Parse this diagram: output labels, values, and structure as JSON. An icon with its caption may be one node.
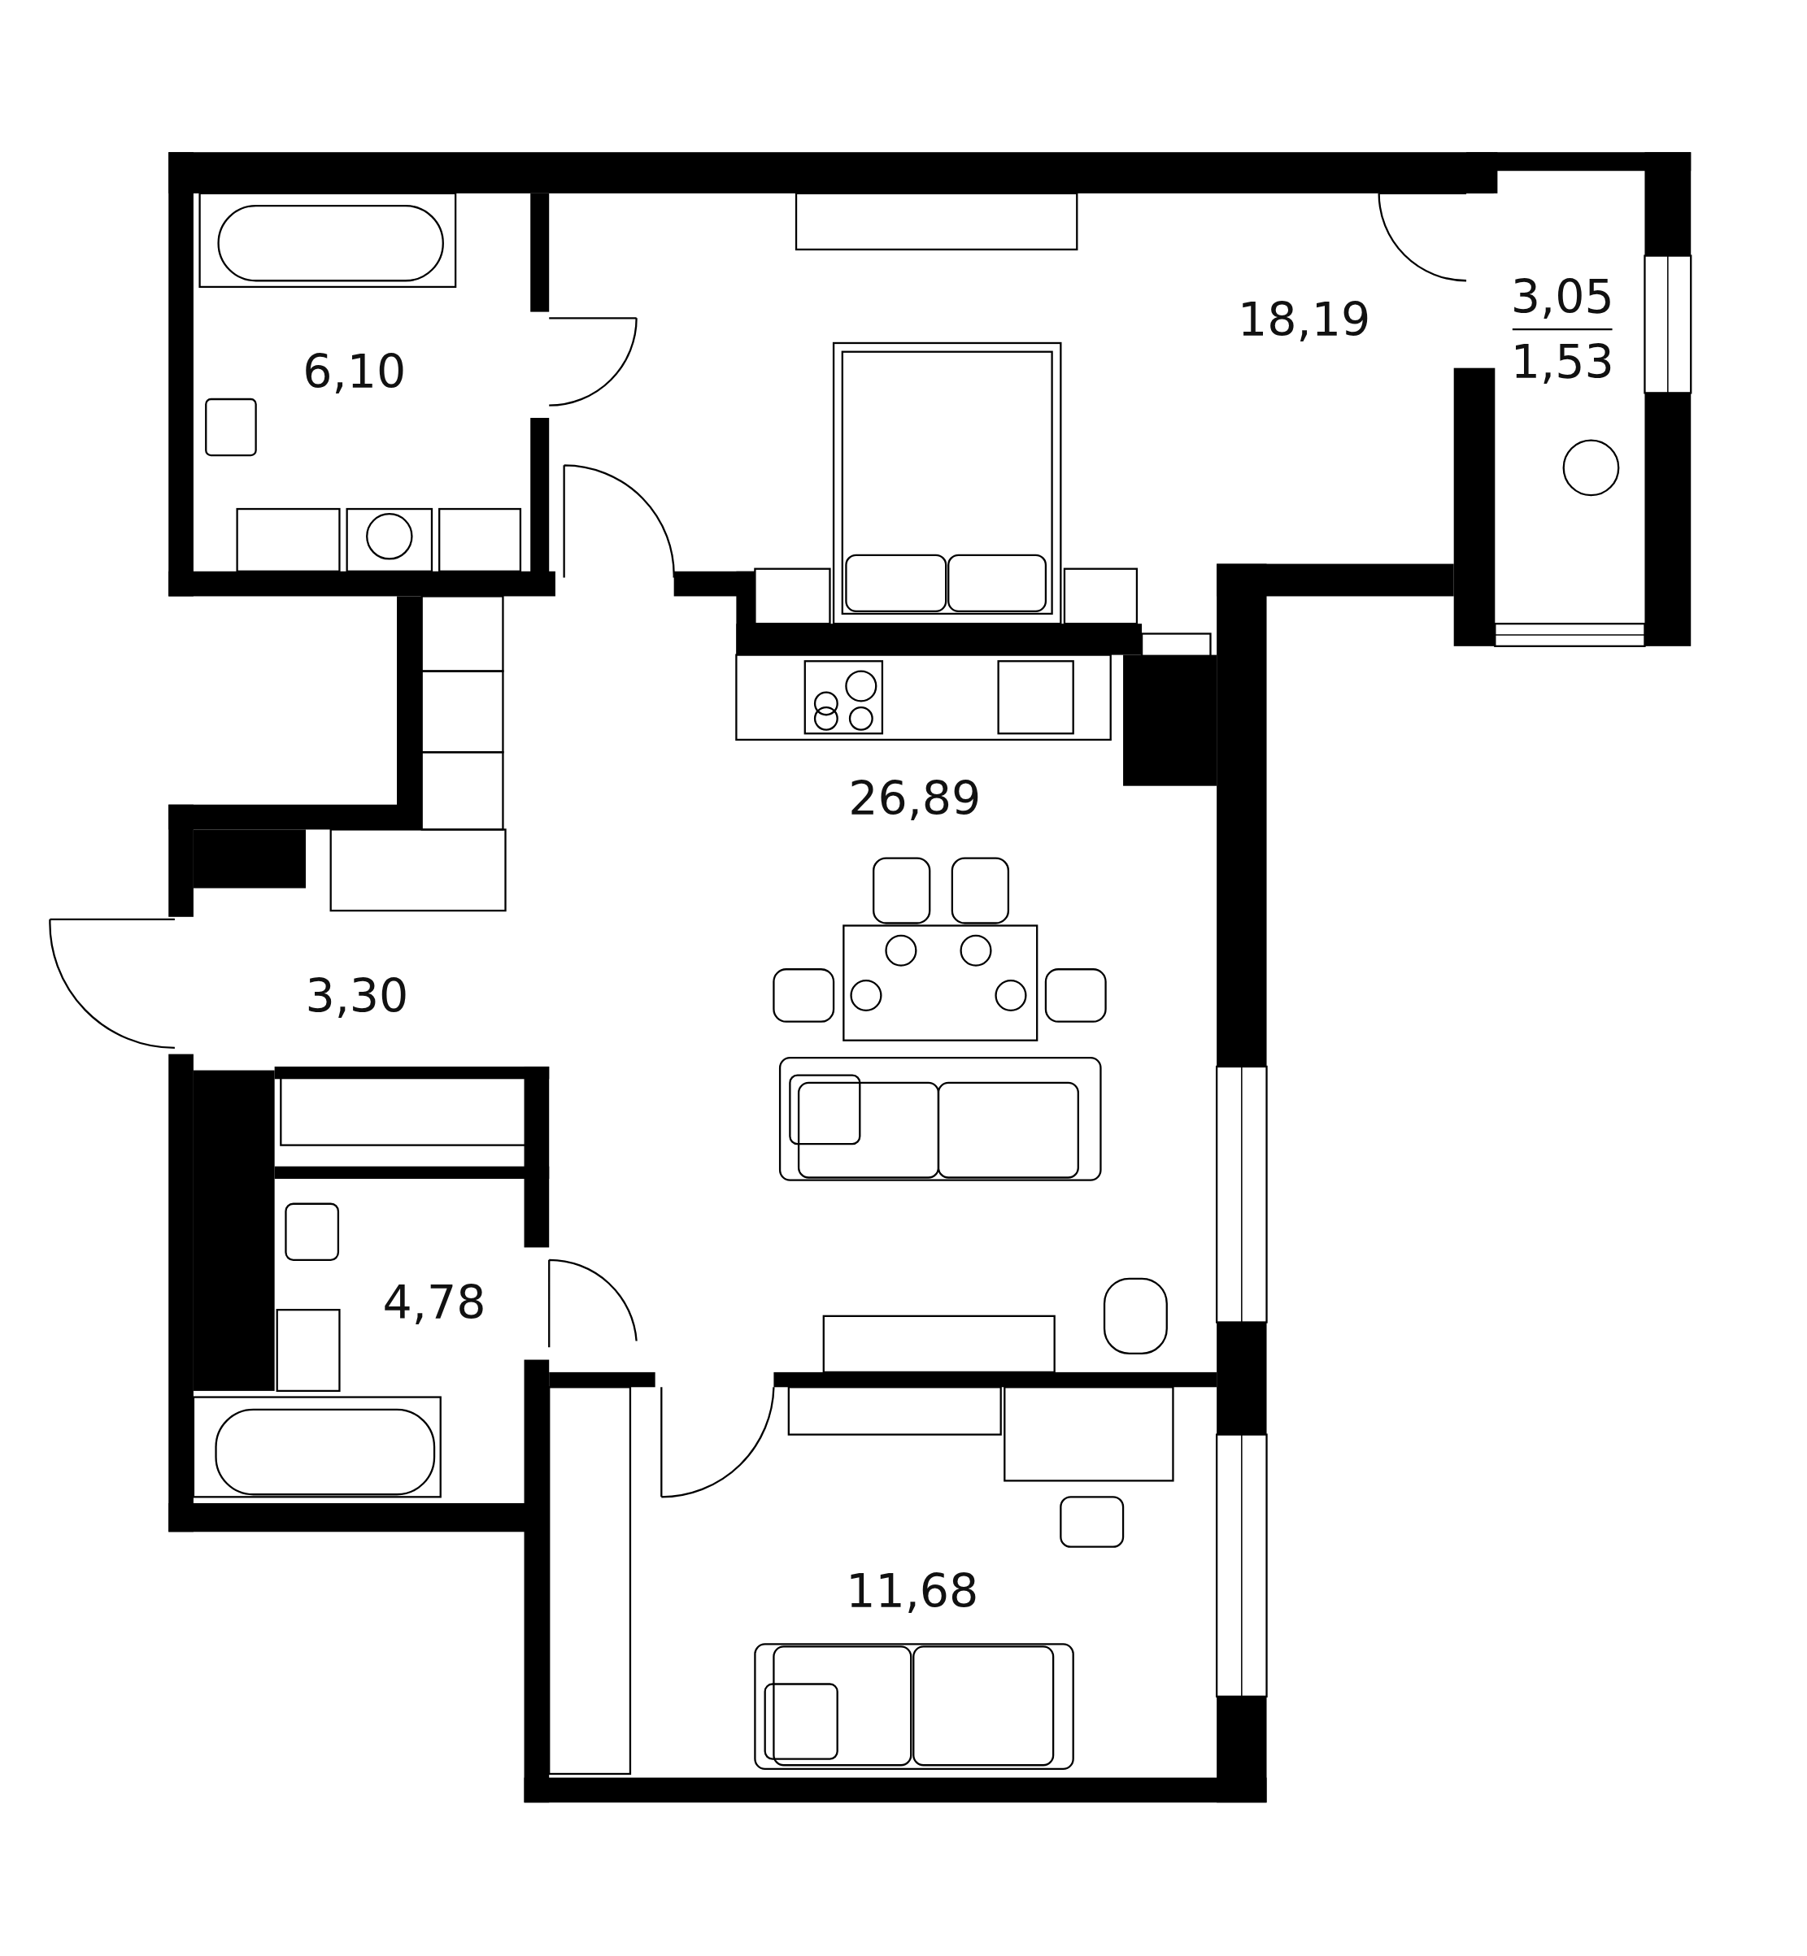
{
  "diagram": {
    "labels": [
      "6,10",
      "18,19",
      "3,05",
      "1,53",
      "26,89",
      "3,30",
      "4,78",
      "11,68"
    ]
  }
}
